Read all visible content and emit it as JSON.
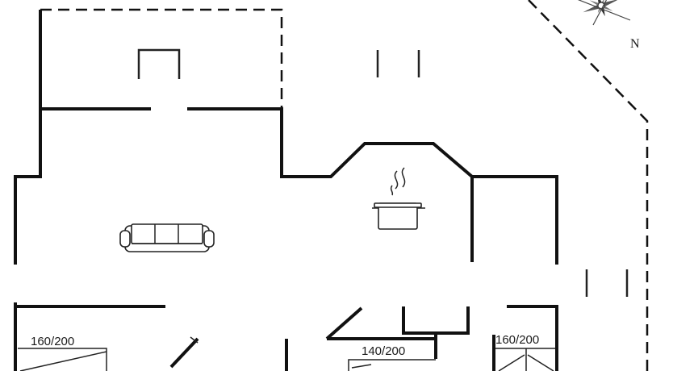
{
  "compass": {
    "north_label": "N"
  },
  "beds": [
    {
      "id": "bed-1",
      "size_label": "160/200"
    },
    {
      "id": "bed-2",
      "size_label": "140/200"
    },
    {
      "id": "bed-3",
      "size_label": "160/200"
    }
  ],
  "icons": {
    "sofa": "sofa-icon",
    "kitchen": "cooking-pot-icon",
    "compass": "compass-rose-icon"
  }
}
